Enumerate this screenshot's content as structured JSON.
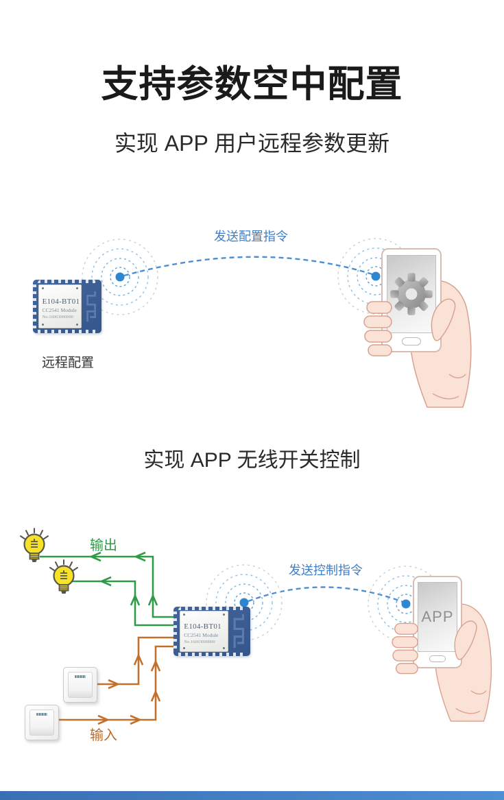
{
  "header": {
    "title": "支持参数空中配置",
    "subtitle": "实现 APP 用户远程参数更新"
  },
  "module": {
    "name": "E104-BT01",
    "chip": "CC2541 Module",
    "serial": "No.16063000000"
  },
  "section1": {
    "arc_label": "发送配置指令",
    "caption": "远程配置",
    "phone_icon": "gear-icon"
  },
  "section2": {
    "title": "实现 APP 无线开关控制",
    "arc_label": "发送控制指令",
    "output_label": "输出",
    "input_label": "输入",
    "phone_label": "APP"
  },
  "colors": {
    "output_wire_green": "#2e9c47",
    "input_wire_orange": "#c2702c",
    "signal_dot_blue": "#2e86d0",
    "signal_ring_blue": "#79b5e2",
    "arc_dashed_blue": "#4b8fd0",
    "label_blue": "#3f7ec6",
    "module_blue": "#35568c",
    "bulb_yellow": "#f6e328",
    "bottom_bar_blue": "#3e79c4"
  }
}
